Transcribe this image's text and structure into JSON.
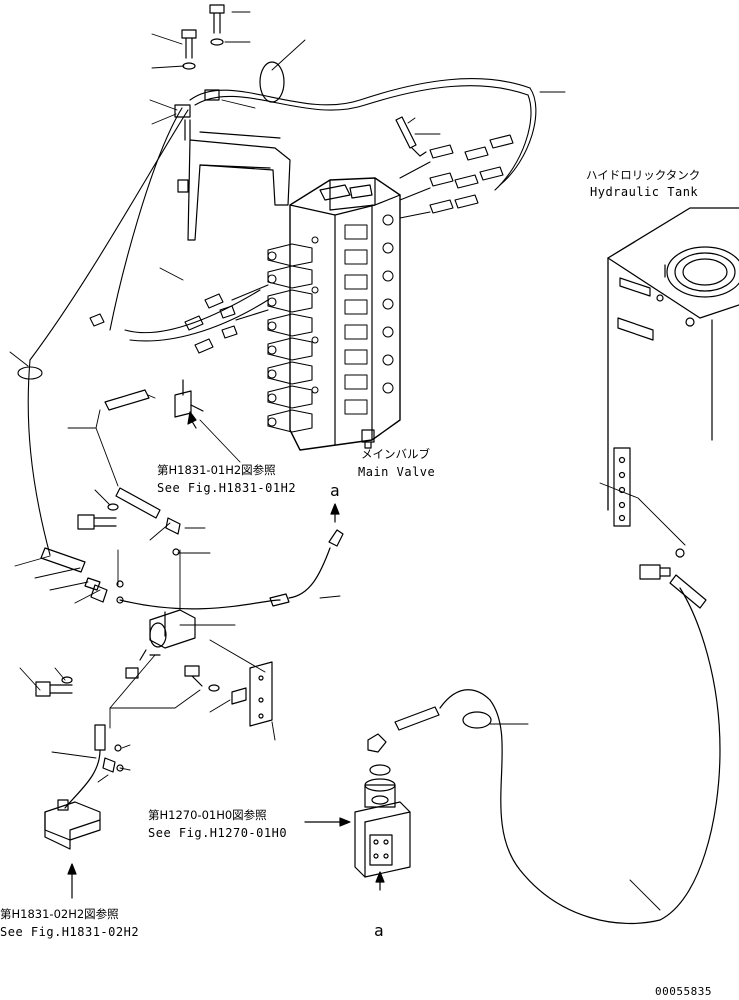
{
  "labels": {
    "hydraulic_tank_jp": "ハイドロリックタンク",
    "hydraulic_tank_en": "Hydraulic Tank",
    "main_valve_jp": "メインバルブ",
    "main_valve_en": "Main Valve",
    "ref1_jp": "第H1831-01H2図参照",
    "ref1_en": "See Fig.H1831-01H2",
    "ref2_jp": "第H1270-01H0図参照",
    "ref2_en": "See Fig.H1270-01H0",
    "ref3_jp": "第H1831-02H2図参照",
    "ref3_en": "See Fig.H1831-02H2",
    "connector_top": "a",
    "connector_bottom": "a",
    "part_number": "00055835"
  },
  "colors": {
    "ink": "#000000",
    "paper": "#ffffff"
  }
}
